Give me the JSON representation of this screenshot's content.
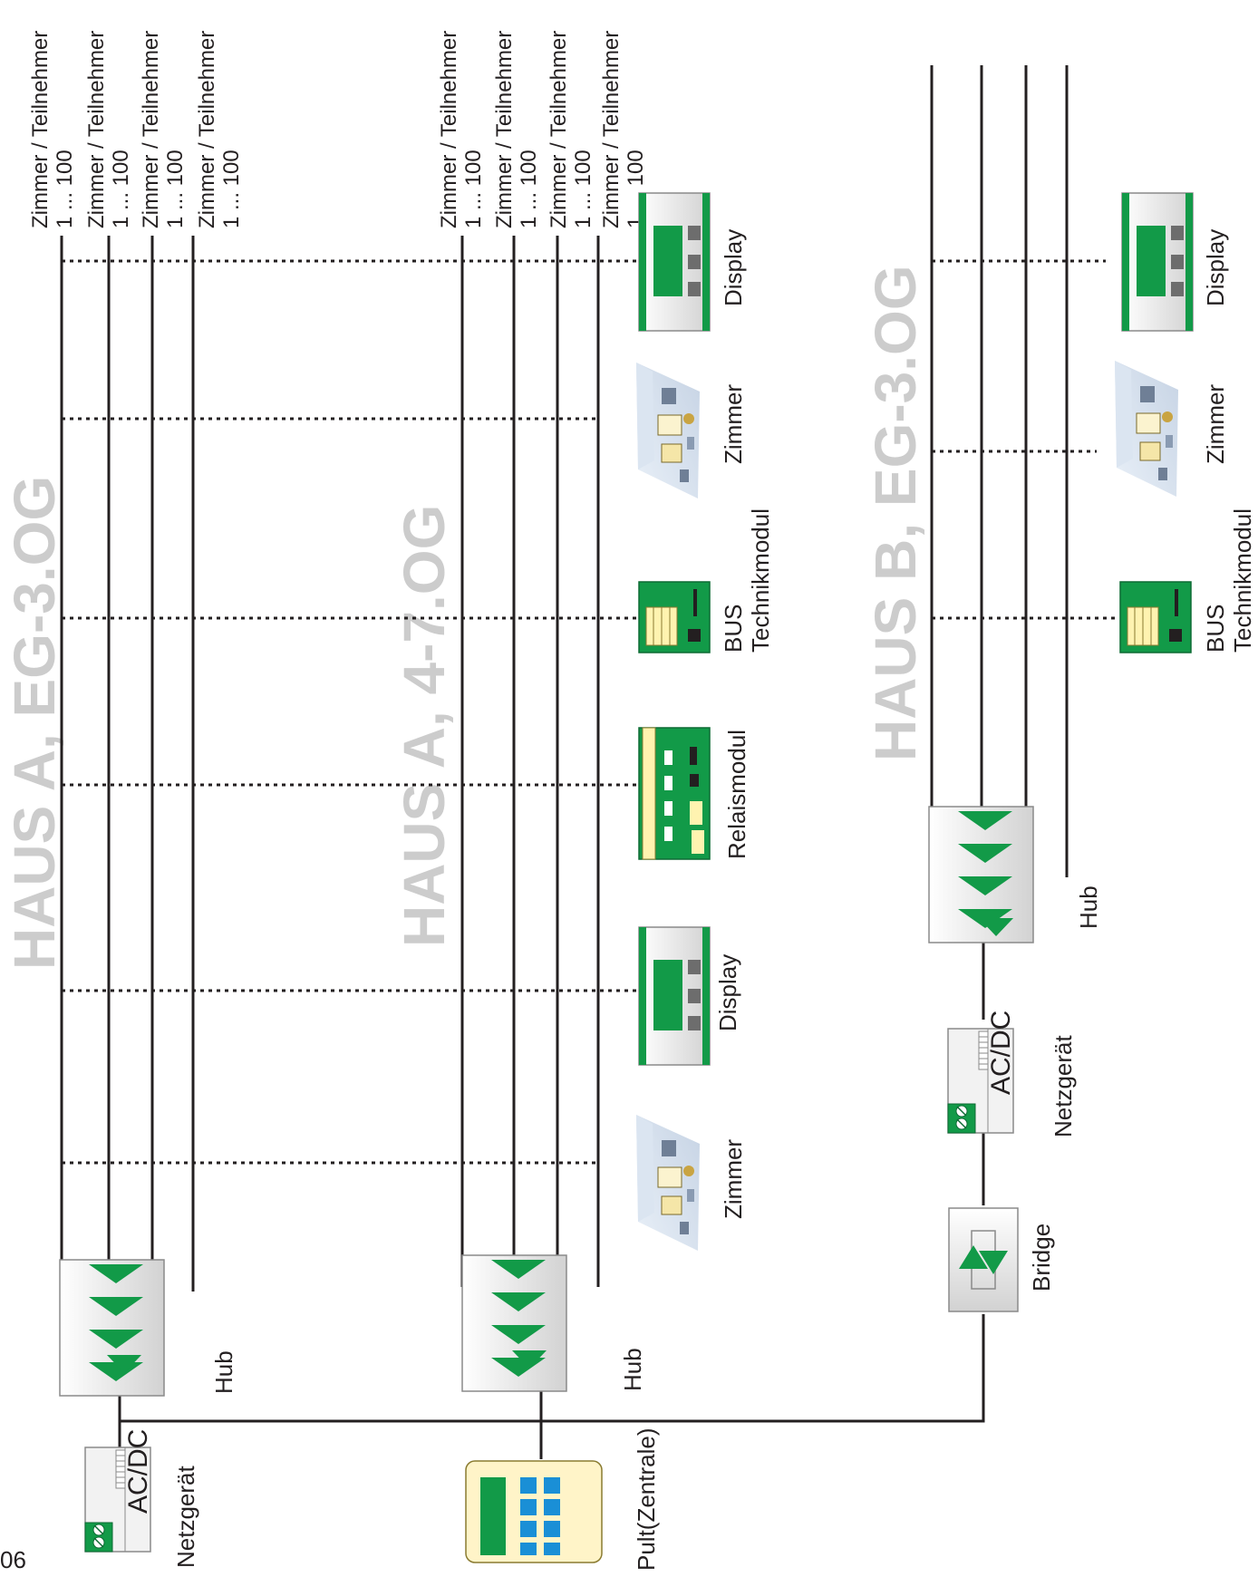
{
  "page_number": "06",
  "sections": [
    {
      "title": "HAUS A, EG-3.OG"
    },
    {
      "title": "HAUS A, 4-7.OG"
    },
    {
      "title": "HAUS B, EG-3.OG"
    }
  ],
  "bus_label": {
    "line1": "Zimmer / Teilnehmer",
    "line2": "1 ... 100"
  },
  "labels": {
    "hub": "Hub",
    "netzgeraet": "Netzgerät",
    "acdc": "AC/DC",
    "pult": "Pult(Zentrale)",
    "bridge": "Bridge",
    "display": "Display",
    "zimmer": "Zimmer",
    "bus": "BUS",
    "technikmodul": "Technikmodul",
    "relaismodul": "Relaismodul"
  },
  "colors": {
    "green": "#129a48",
    "dark_green": "#0d6b34",
    "device_gray": "#dcdcdc",
    "line": "#231f20",
    "watermark": "#cccccc",
    "pult_fill": "#fff4c8",
    "key_blue": "#1a8fd6"
  }
}
